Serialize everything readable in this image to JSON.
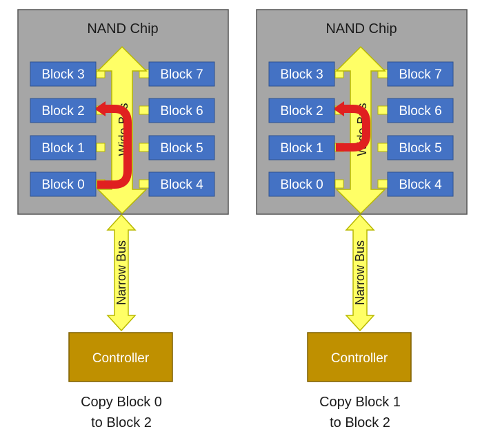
{
  "panels": [
    {
      "chip_title": "NAND Chip",
      "left_blocks": [
        "Block 3",
        "Block 2",
        "Block 1",
        "Block 0"
      ],
      "right_blocks": [
        "Block 7",
        "Block 6",
        "Block 5",
        "Block 4"
      ],
      "wide_bus_label": "Wide Bus",
      "narrow_bus_label": "Narrow Bus",
      "controller_label": "Controller",
      "caption_line1": "Copy Block 0",
      "caption_line2": "to Block 2"
    },
    {
      "chip_title": "NAND Chip",
      "left_blocks": [
        "Block 3",
        "Block 2",
        "Block 1",
        "Block 0"
      ],
      "right_blocks": [
        "Block 7",
        "Block 6",
        "Block 5",
        "Block 4"
      ],
      "wide_bus_label": "Wide Bus",
      "narrow_bus_label": "Narrow Bus",
      "controller_label": "Controller",
      "caption_line1": "Copy Block 1",
      "caption_line2": "to Block 2"
    }
  ],
  "colors": {
    "chip_fill": "#a6a6a6",
    "block_fill": "#4472c4",
    "bus_fill": "#ffff66",
    "bus_stroke": "#b8b800",
    "copy_arrow": "#e02020",
    "controller_fill": "#bf9000"
  }
}
